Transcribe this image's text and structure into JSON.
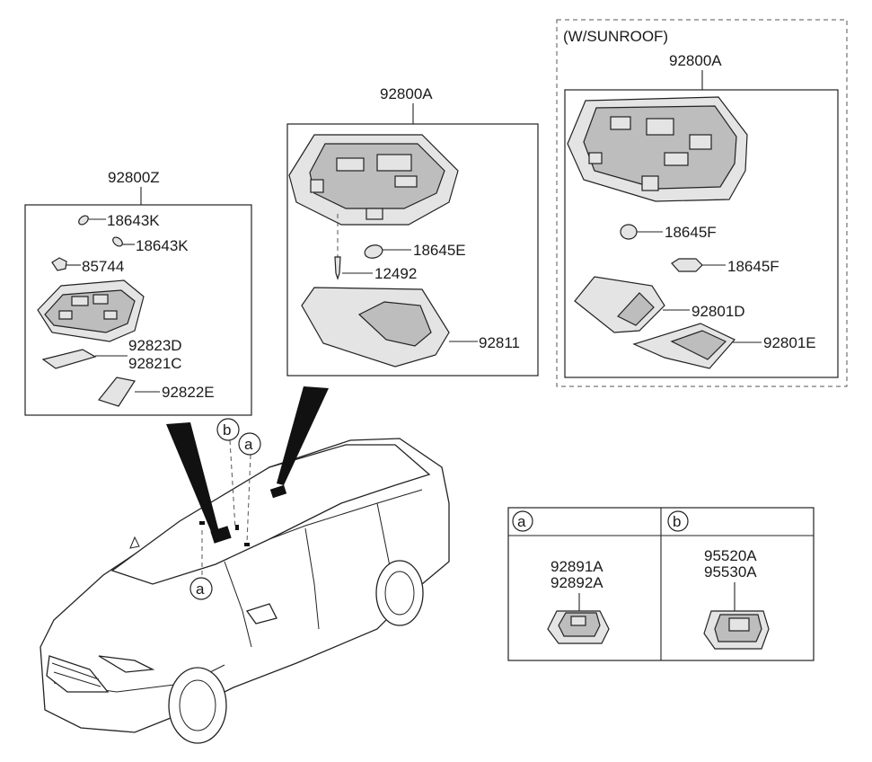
{
  "group_z": {
    "header": "92800Z",
    "parts": [
      "18643K",
      "18643K",
      "85744",
      "92823D",
      "92821C",
      "92822E"
    ]
  },
  "group_a": {
    "header": "92800A",
    "parts": [
      "18645E",
      "12492",
      "92811"
    ]
  },
  "group_sunroof": {
    "title": "(W/SUNROOF)",
    "header": "92800A",
    "parts": [
      "18645F",
      "18645F",
      "92801D",
      "92801E"
    ]
  },
  "callouts": {
    "a": "a",
    "b": "b"
  },
  "table": {
    "col_a": {
      "marker": "a",
      "parts": [
        "92891A",
        "92892A"
      ]
    },
    "col_b": {
      "marker": "b",
      "parts": [
        "95520A",
        "95530A"
      ]
    }
  }
}
